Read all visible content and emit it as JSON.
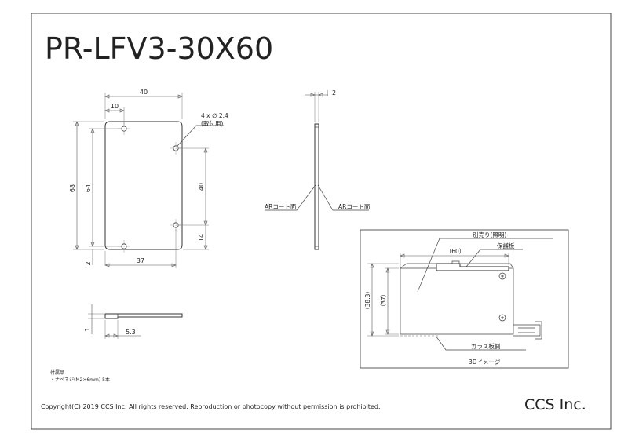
{
  "title": "PR-LFV3-30X60",
  "front_view": {
    "dim_width": "40",
    "dim_hole_offset": "10",
    "hole_note": "4 x ∅ 2.4",
    "hole_note_sub": "(取付用)",
    "dim_height_outer": "68",
    "dim_height_inner": "64",
    "dim_hole_spacing": "40",
    "dim_bottom_hole": "14",
    "dim_bottom_edge": "2",
    "dim_bottom_width": "37"
  },
  "side_view": {
    "dim_thickness": "2",
    "coat_left": "ARコート面",
    "coat_right": "ARコート面"
  },
  "bottom_view": {
    "dim_offset": "1",
    "dim_length": "5.3"
  },
  "view_3d": {
    "label_light": "別売り(照明)",
    "label_protect": "保護板",
    "dim_width": "（60）",
    "dim_outer": "（38.3）",
    "dim_inner": "（37）",
    "label_glass": "ガラス板側",
    "caption": "3Dイメージ"
  },
  "accessory": {
    "heading": "付属品",
    "item": "・ナベネジ(M2×6mm) 5本"
  },
  "copyright": "Copyright(C) 2019 CCS Inc. All rights reserved. Reproduction or photocopy without permission is prohibited.",
  "company": "CCS Inc."
}
